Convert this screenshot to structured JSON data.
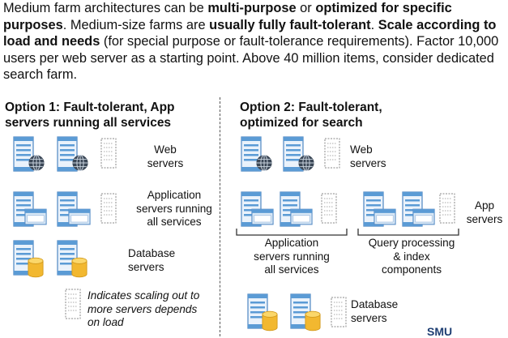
{
  "intro": {
    "p1": "Medium farm architectures can be ",
    "b1": "multi-purpose",
    "p2": " or ",
    "b2": "optimized for specific purposes",
    "p3": ". Medium-size farms are ",
    "b3": "usually fully fault-tolerant",
    "p4": ". ",
    "b4": "Scale according to load and needs",
    "p5": " (for special purpose or fault-tolerance requirements). Factor 10,000 users per web server as a starting point. Above 40 million items, consider dedicated search farm."
  },
  "option1": {
    "title_line1": "Option 1: Fault-tolerant, App",
    "title_line2": "servers running all services",
    "web_label_1": "Web",
    "web_label_2": "servers",
    "app_label_1": "Application",
    "app_label_2": "servers running",
    "app_label_3": "all services",
    "db_label_1": "Database",
    "db_label_2": "servers",
    "legend_1": "Indicates scaling out to",
    "legend_2": "more servers depends",
    "legend_3": "on load"
  },
  "option2": {
    "title_line1": "Option 2: Fault-tolerant,",
    "title_line2": "optimized for search",
    "web_label_1": "Web",
    "web_label_2": "servers",
    "app_label_1": "App",
    "app_label_2": "servers",
    "appgroup_label_1": "Application",
    "appgroup_label_2": "servers running",
    "appgroup_label_3": "all services",
    "query_label_1": "Query processing",
    "query_label_2": "& index",
    "query_label_3": "components",
    "db_label_1": "Database",
    "db_label_2": "servers"
  },
  "logo": {
    "text": "SMU"
  },
  "colors": {
    "server_blue": "#5b9bd5",
    "server_light": "#dbe9f6",
    "db_yellow": "#f5c542",
    "globe_gray": "#3b4756"
  }
}
